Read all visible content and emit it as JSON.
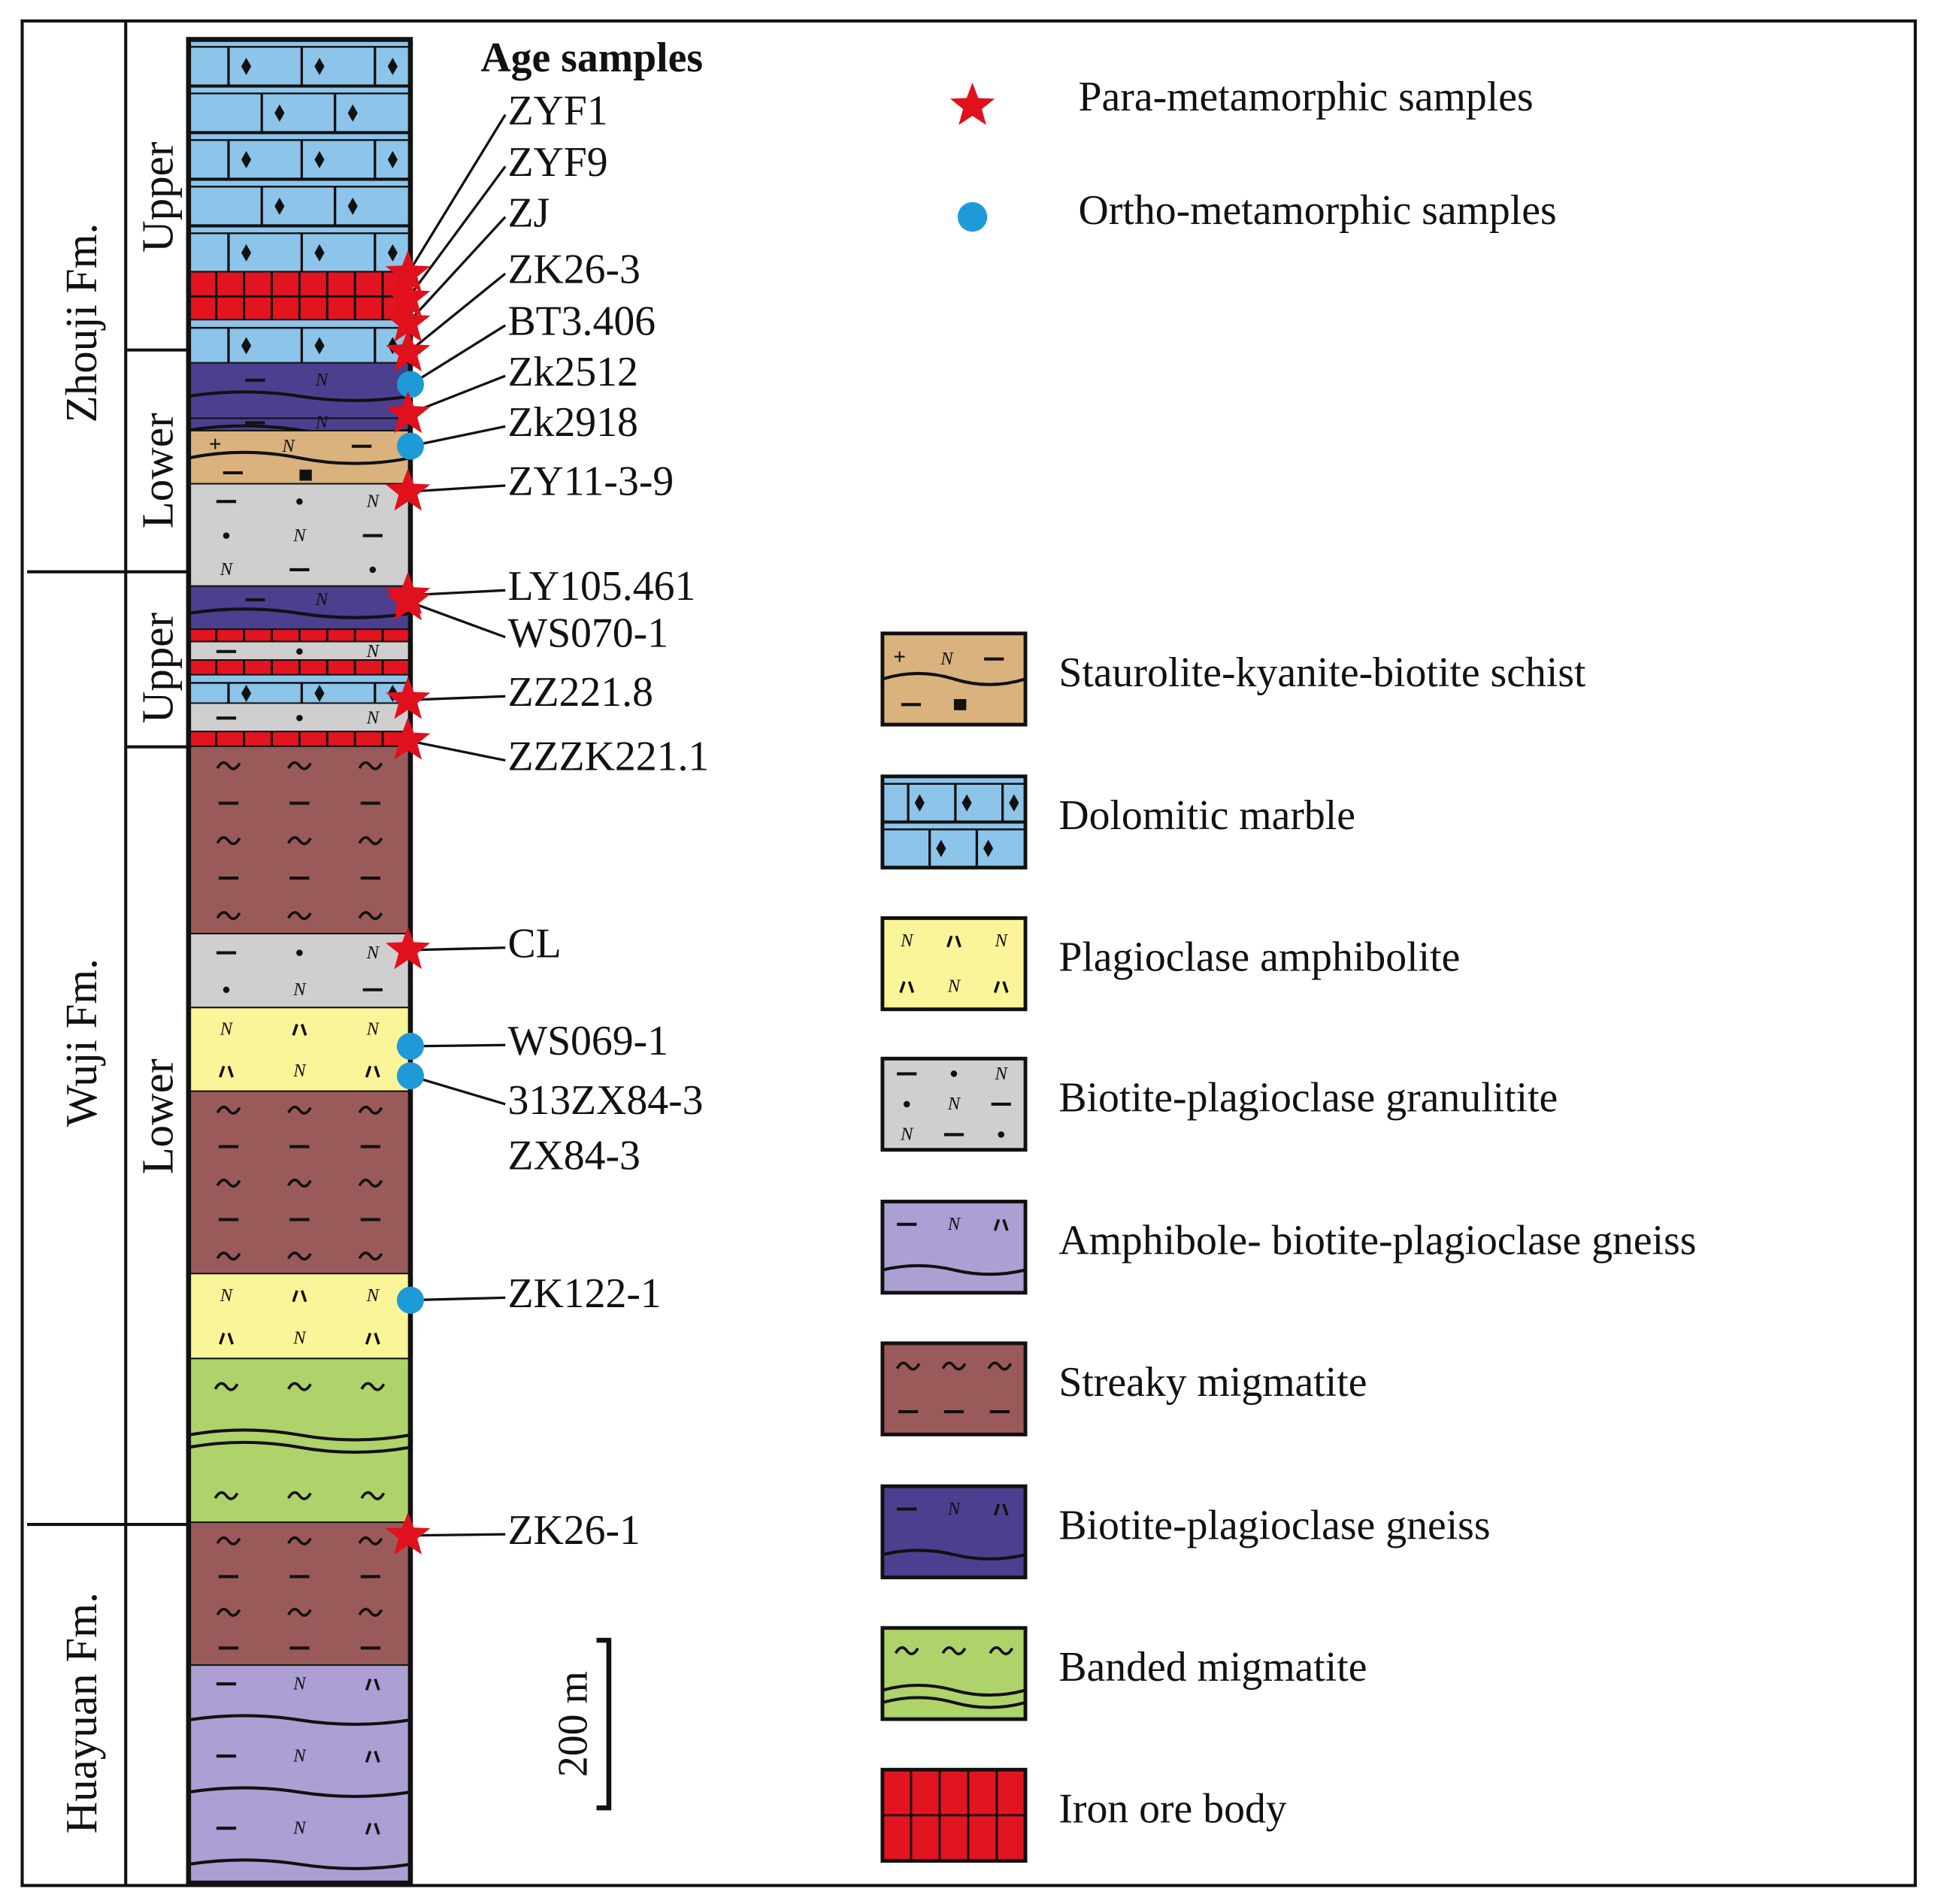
{
  "formations": [
    {
      "id": "zhouji",
      "label": "Zhouji Fm."
    },
    {
      "id": "wuji",
      "label": "Wuji Fm."
    },
    {
      "id": "huayuan",
      "label": "Huayuan Fm."
    }
  ],
  "members": [
    {
      "id": "zhouji-upper",
      "label": "Upper"
    },
    {
      "id": "zhouji-lower",
      "label": "Lower"
    },
    {
      "id": "wuji-upper",
      "label": "Upper"
    },
    {
      "id": "wuji-lower",
      "label": "Lower"
    }
  ],
  "age_samples_title": "Age samples",
  "samples": [
    {
      "label": "ZYF1",
      "type": "para"
    },
    {
      "label": "ZYF9",
      "type": "para"
    },
    {
      "label": "ZJ",
      "type": "para"
    },
    {
      "label": "ZK26-3",
      "type": "para"
    },
    {
      "label": "BT3.406",
      "type": "ortho"
    },
    {
      "label": "Zk2512",
      "type": "para"
    },
    {
      "label": "Zk2918",
      "type": "ortho"
    },
    {
      "label": "ZY11-3-9",
      "type": "para"
    },
    {
      "label": "LY105.461",
      "type": "para"
    },
    {
      "label": "WS070-1",
      "type": "para"
    },
    {
      "label": "ZZ221.8",
      "type": "para"
    },
    {
      "label": "ZZZK221.1",
      "type": "para"
    },
    {
      "label": "CL",
      "type": "para"
    },
    {
      "label": "WS069-1",
      "type": "ortho"
    },
    {
      "label": "313ZX84-3",
      "type": "ortho"
    },
    {
      "label": "ZX84-3",
      "type": "ortho"
    },
    {
      "label": "ZK122-1",
      "type": "ortho"
    },
    {
      "label": "ZK26-1",
      "type": "para"
    }
  ],
  "sample_legend": [
    {
      "type": "para",
      "label": "Para-metamorphic samples",
      "color": "#e0101c",
      "icon": "star-icon"
    },
    {
      "type": "ortho",
      "label": "Ortho-metamorphic samples",
      "color": "#1e9ad8",
      "icon": "circle-icon"
    }
  ],
  "lithologies": [
    {
      "id": "staurolite-schist",
      "label": "Staurolite-kyanite-biotite schist",
      "color": "#d9b27e"
    },
    {
      "id": "dolomitic-marble",
      "label": "Dolomitic marble",
      "color": "#8cc4ea"
    },
    {
      "id": "plagioclase-amphibolite",
      "label": "Plagioclase amphibolite",
      "color": "#fbf59a"
    },
    {
      "id": "granulitite",
      "label": "Biotite-plagioclase granulitite",
      "color": "#cfcfcf"
    },
    {
      "id": "amphibole-gneiss",
      "label": "Amphibole- biotite-plagioclase gneiss",
      "color": "#ab9fd4"
    },
    {
      "id": "streaky-migmatite",
      "label": "Streaky migmatite",
      "color": "#9a5a5a"
    },
    {
      "id": "bp-gneiss",
      "label": "Biotite-plagioclase gneiss",
      "color": "#4b3f8f"
    },
    {
      "id": "banded-migmatite",
      "label": "Banded migmatite",
      "color": "#aed36a"
    },
    {
      "id": "iron-ore",
      "label": "Iron ore body",
      "color": "#e2141f"
    }
  ],
  "scale_bar": {
    "label": "200 m"
  }
}
